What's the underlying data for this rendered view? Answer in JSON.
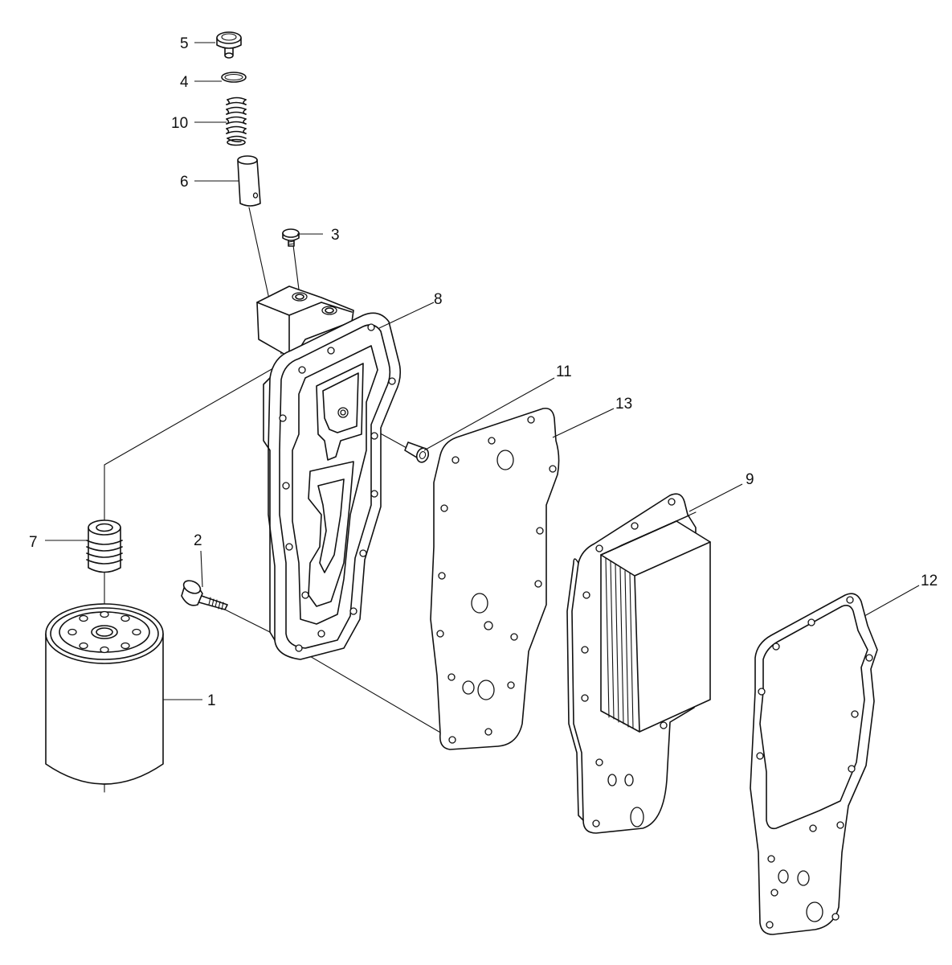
{
  "callouts": [
    {
      "id": "callout-1",
      "text": "1"
    },
    {
      "id": "callout-2",
      "text": "2"
    },
    {
      "id": "callout-3",
      "text": "3"
    },
    {
      "id": "callout-4",
      "text": "4"
    },
    {
      "id": "callout-5",
      "text": "5"
    },
    {
      "id": "callout-6",
      "text": "6"
    },
    {
      "id": "callout-7",
      "text": "7"
    },
    {
      "id": "callout-8",
      "text": "8"
    },
    {
      "id": "callout-9",
      "text": "9"
    },
    {
      "id": "callout-10",
      "text": "10"
    },
    {
      "id": "callout-11",
      "text": "11"
    },
    {
      "id": "callout-12",
      "text": "12"
    },
    {
      "id": "callout-13",
      "text": "13"
    }
  ]
}
